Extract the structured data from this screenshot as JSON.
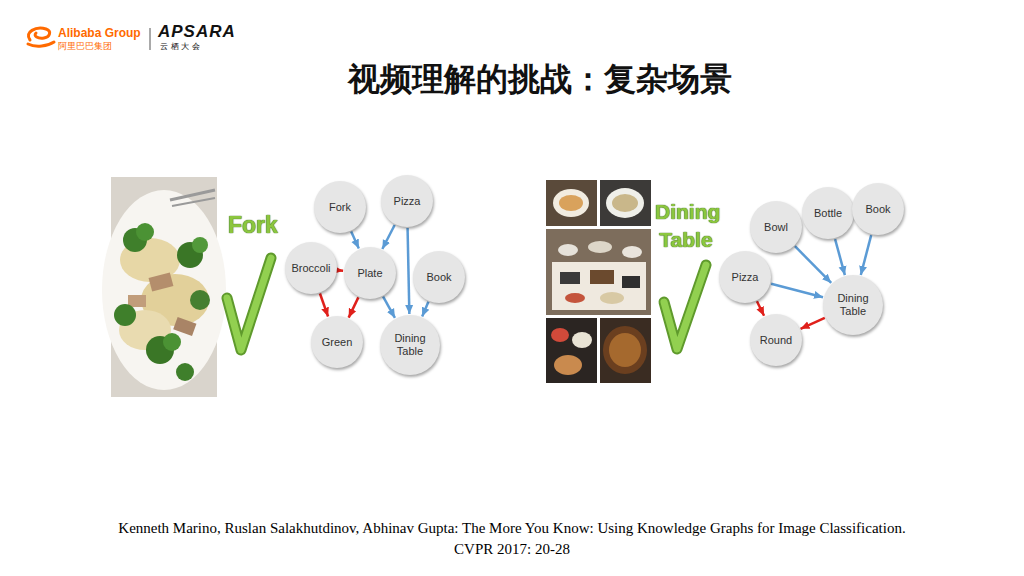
{
  "diagram": {
    "title": "视频理解的挑战：复杂场景",
    "caption": "Kenneth Marino, Ruslan Salakhutdinov, Abhinav Gupta: The More You Know: Using Knowledge Graphs for Image Classification. CVPR 2017: 20-28",
    "nodes": [
      {
        "text": [
          "Fork"
        ]
      },
      {
        "text": [
          "Pizza"
        ]
      },
      {
        "text": [
          "Broccoli"
        ]
      },
      {
        "text": [
          "Plate"
        ]
      },
      {
        "text": [
          "Book"
        ]
      },
      {
        "text": [
          "Green"
        ]
      },
      {
        "text": [
          "Dining Table"
        ]
      },
      {
        "text": [
          "Bowl"
        ]
      },
      {
        "text": [
          "Bottle"
        ]
      },
      {
        "text": [
          "Book"
        ]
      },
      {
        "text": [
          "Pizza"
        ]
      },
      {
        "text": [
          "Dining Table"
        ]
      },
      {
        "text": [
          "Round"
        ]
      }
    ],
    "edges": [
      {
        "from": 0,
        "to": 3,
        "arrow": "to"
      },
      {
        "from": 1,
        "to": 3,
        "arrow": "to"
      },
      {
        "from": 1,
        "to": 6,
        "arrow": "to"
      },
      {
        "from": 2,
        "to": 3,
        "arrow": "to"
      },
      {
        "from": 2,
        "to": 5,
        "arrow": "to"
      },
      {
        "from": 3,
        "to": 5,
        "arrow": "to"
      },
      {
        "from": 3,
        "to": 6,
        "arrow": "to"
      },
      {
        "from": 4,
        "to": 6,
        "arrow": "to"
      },
      {
        "from": 7,
        "to": 11,
        "arrow": "to"
      },
      {
        "from": 8,
        "to": 11,
        "arrow": "to"
      },
      {
        "from": 9,
        "to": 11,
        "arrow": "to"
      },
      {
        "from": 10,
        "to": 11,
        "arrow": "to"
      },
      {
        "from": 10,
        "to": 12,
        "arrow": "to"
      },
      {
        "from": 11,
        "to": 12,
        "arrow": "to"
      }
    ],
    "labels": [
      "Alibaba Group",
      "阿里巴巴集团",
      "APSARA",
      "云 栖 大 会",
      "Fork",
      "Dining Table"
    ]
  }
}
